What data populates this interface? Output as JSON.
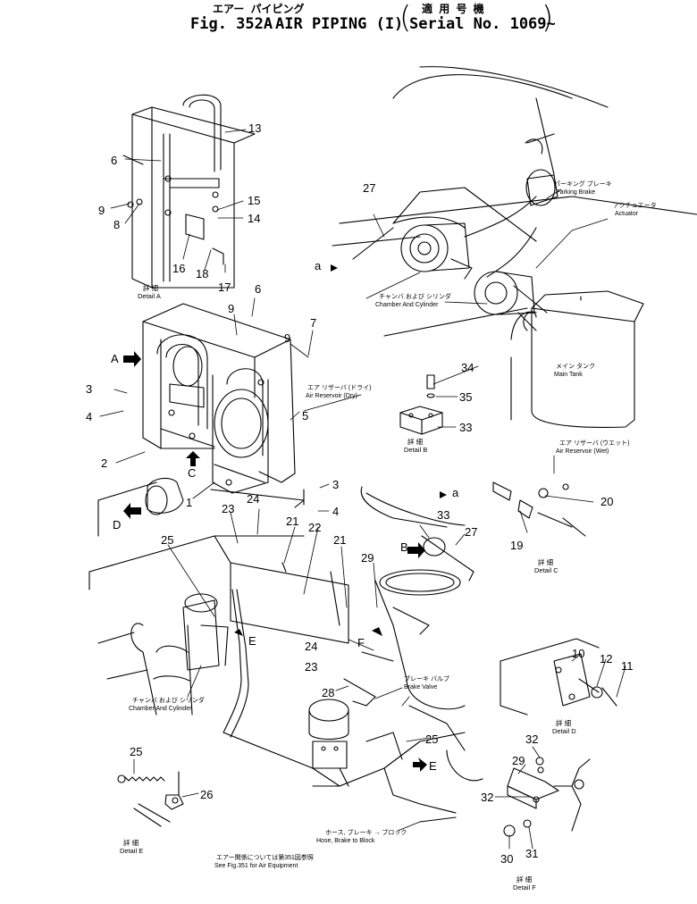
{
  "header": {
    "title_jp": "エアー パイピング",
    "fig_label": "Fig. 352A",
    "title_en": "AIR PIPING (I)",
    "serial_jp": "適 用 号 機",
    "serial_en": "Serial No. 1069~"
  },
  "details": {
    "A": {
      "jp": "詳 細",
      "en": "Detail A"
    },
    "B": {
      "jp": "詳 細",
      "en": "Detail B"
    },
    "C": {
      "jp": "詳 細",
      "en": "Detail C"
    },
    "D": {
      "jp": "詳 細",
      "en": "Detail D"
    },
    "E": {
      "jp": "詳 細",
      "en": "Detail E"
    },
    "F": {
      "jp": "詳 細",
      "en": "Detail F"
    }
  },
  "components": {
    "parking_brake": {
      "jp": "パーキング ブレーキ",
      "en": "Parking Brake"
    },
    "actuator": {
      "jp": "アクチュエータ",
      "en": "Actuator"
    },
    "chamber_cyl_top": {
      "jp": "チャンバ および シリンダ",
      "en": "Chamber And Cylinder"
    },
    "main_tank": {
      "jp": "メイン タンク",
      "en": "Main Tank"
    },
    "air_res_dry": {
      "jp": "エア リザーバ (ドライ)",
      "en": "Air Reservoir (Dry)"
    },
    "air_res_wet": {
      "jp": "エア リザーバ (ウエット)",
      "en": "Air Reservoir (Wet)"
    },
    "brake_valve": {
      "jp": "ブレーキ バルブ",
      "en": "Brake Valve"
    },
    "chamber_cyl_bottom": {
      "jp": "チャンバ および シリンダ",
      "en": "Chamber And Cylinder"
    },
    "hose": {
      "jp": "ホース, ブレーキ → ブロック",
      "en": "Hose, Brake to Block"
    },
    "see_fig": {
      "jp": "エアー関係については第351図参照",
      "en": "See Fig.351 for Air Equipment"
    }
  },
  "view_markers": [
    "A",
    "B",
    "C",
    "D",
    "E",
    "F",
    "a"
  ],
  "part_numbers": [
    "1",
    "2",
    "3",
    "4",
    "5",
    "6",
    "7",
    "8",
    "9",
    "10",
    "11",
    "12",
    "13",
    "14",
    "15",
    "16",
    "17",
    "18",
    "19",
    "20",
    "21",
    "22",
    "23",
    "24",
    "25",
    "26",
    "27",
    "28",
    "29",
    "30",
    "31",
    "32",
    "33",
    "34",
    "35"
  ]
}
